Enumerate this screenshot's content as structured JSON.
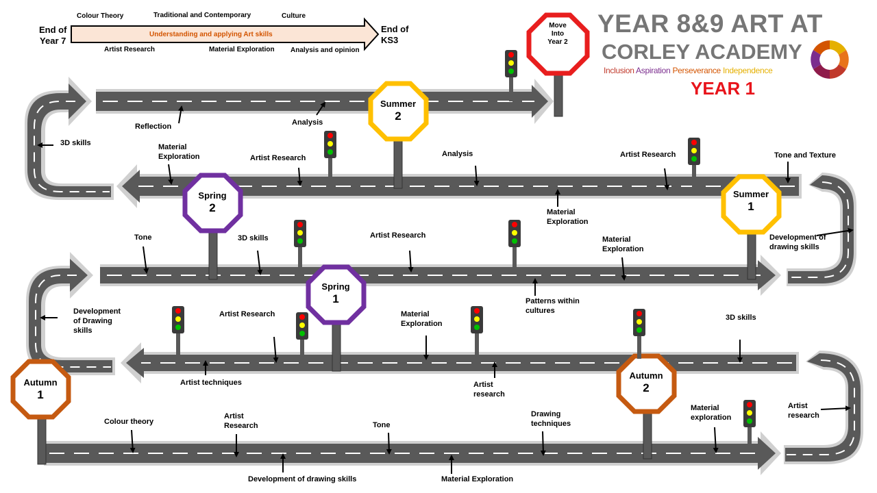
{
  "header": {
    "title_line1": "YEAR 8&9 ART AT",
    "title_line2": "CORLEY ACADEMY",
    "values": [
      "Inclusion",
      "Aspiration",
      "Perseverance",
      "Independence"
    ],
    "year": "YEAR 1",
    "colors": {
      "grey": "#767676",
      "red": "#e8141b"
    }
  },
  "skills_bar": {
    "start": [
      "End of",
      "Year 7"
    ],
    "end": [
      "End of",
      "KS3"
    ],
    "center": "Understanding and applying Art skills",
    "top_labels": [
      "Colour Theory",
      "Traditional and Contemporary",
      "Culture"
    ],
    "bottom_labels": [
      "Artist Research",
      "Material Exploration",
      "Analysis and opinion"
    ]
  },
  "signs": {
    "autumn1": {
      "label": "Autumn",
      "num": "1",
      "color": "#c55a11"
    },
    "autumn2": {
      "label": "Autumn",
      "num": "2",
      "color": "#c55a11"
    },
    "spring1": {
      "label": "Spring",
      "num": "1",
      "color": "#7030a0"
    },
    "spring2": {
      "label": "Spring",
      "num": "2",
      "color": "#7030a0"
    },
    "summer1": {
      "label": "Summer",
      "num": "1",
      "color": "#ffc000"
    },
    "summer2": {
      "label": "Summer",
      "num": "2",
      "color": "#ffc000"
    },
    "move": {
      "lines": [
        "Move",
        "Into",
        "Year 2"
      ],
      "color": "#e81e1e"
    }
  },
  "labels": {
    "reflection": "Reflection",
    "analysis_top": "Analysis",
    "skills_3d_left": "3D skills",
    "material_exploration_r2": [
      "Material",
      "Exploration"
    ],
    "artist_research_r2a": "Artist Research",
    "analysis_r2": "Analysis",
    "artist_research_r2b": "Artist Research",
    "tone_and_texture": "Tone and Texture",
    "material_exploration_r2b": [
      "Material",
      "Exploration"
    ],
    "development_drawing_right": [
      "Development of",
      "drawing skills"
    ],
    "tone_r3": "Tone",
    "skills_3d_r3": "3D skills",
    "artist_research_r3": "Artist Research",
    "material_exploration_r3": [
      "Material",
      "Exploration"
    ],
    "patterns_within_cultures": [
      "Patterns within",
      "cultures"
    ],
    "development_drawing_left": [
      "Development",
      "of Drawing",
      "skills"
    ],
    "artist_research_r4": "Artist Research",
    "material_exploration_r4": [
      "Material",
      "Exploration"
    ],
    "skills_3d_r4": "3D skills",
    "artist_techniques": "Artist techniques",
    "artist_research_r4b": [
      "Artist",
      "research"
    ],
    "colour_theory": "Colour theory",
    "artist_research_r5": [
      "Artist",
      "Research"
    ],
    "tone_r5": "Tone",
    "drawing_techniques": [
      "Drawing",
      "techniques"
    ],
    "material_exploration_r5": [
      "Material",
      "exploration"
    ],
    "artist_research_right": [
      "Artist",
      "research"
    ],
    "development_drawing_bottom": "Development of drawing skills",
    "material_exploration_bottom": "Material Exploration"
  }
}
